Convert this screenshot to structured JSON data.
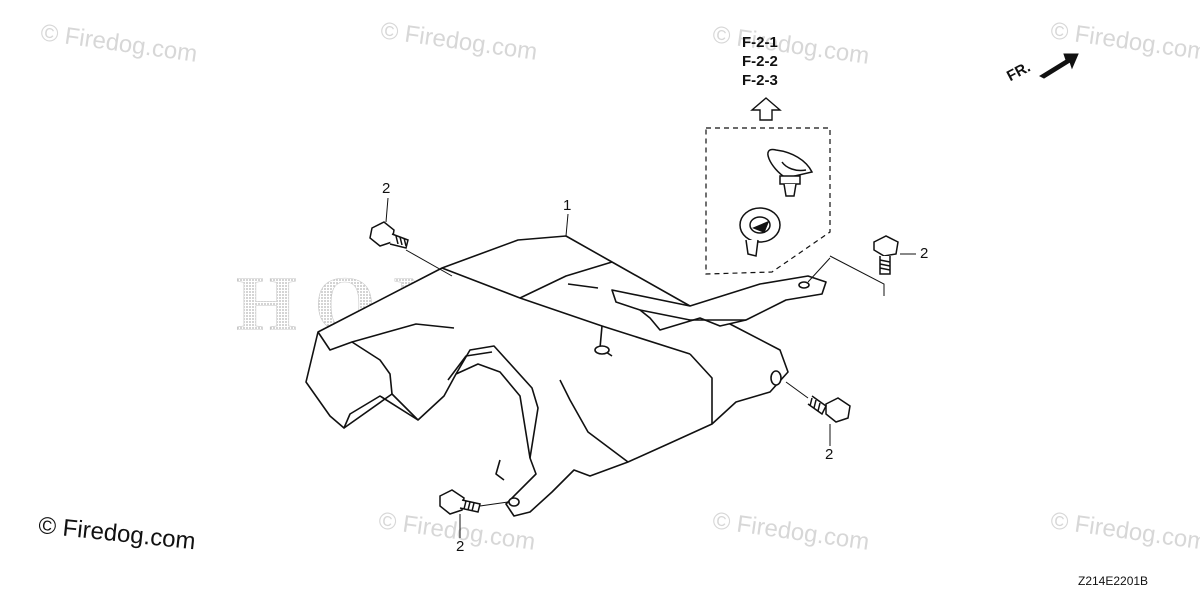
{
  "watermarks": [
    {
      "text": "© Firedog.com"
    },
    {
      "text": "© Firedog.com"
    },
    {
      "text": "© Firedog.com"
    },
    {
      "text": "© Firedog.com"
    },
    {
      "text": "© Firedog.com"
    },
    {
      "text": "© Firedog.com"
    },
    {
      "text": "© Firedog.com"
    }
  ],
  "brand_watermark": "HONDA",
  "copyright": "© Firedog.com",
  "diagram_code": "Z214E2201B",
  "direction_label": "FR.",
  "reference_pages": [
    "F-2-1",
    "F-2-2",
    "F-2-3"
  ],
  "callouts": {
    "part_1": "1",
    "bolt_top_left": "2",
    "bolt_right_top": "2",
    "bolt_right_mid": "2",
    "bolt_bottom": "2"
  },
  "colors": {
    "line": "#111111",
    "watermark": "#d7d7d7"
  }
}
